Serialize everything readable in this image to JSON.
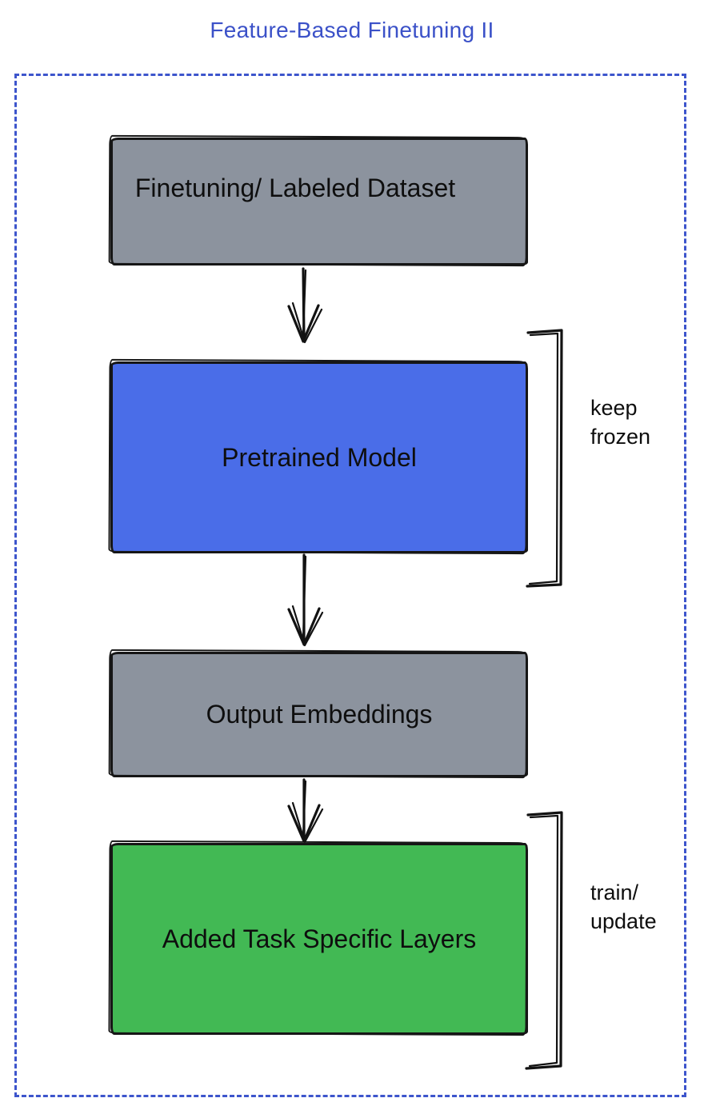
{
  "title": {
    "text": "Feature-Based Finetuning II",
    "color": "#3b51c8"
  },
  "diagram": {
    "frame_color": "#3d55cc",
    "stroke_color": "#121212",
    "nodes": [
      {
        "id": "finetuning-dataset",
        "label": "Finetuning/ Labeled Dataset",
        "fill": "#8c939e"
      },
      {
        "id": "pretrained-model",
        "label": "Pretrained Model",
        "fill": "#4a6de8"
      },
      {
        "id": "output-embeddings",
        "label": "Output Embeddings",
        "fill": "#8c939e"
      },
      {
        "id": "task-specific-layers",
        "label": "Added Task Specific Layers",
        "fill": "#42b954"
      }
    ],
    "annotations": [
      {
        "id": "keep-frozen",
        "label": "keep\nfrozen"
      },
      {
        "id": "train-update",
        "label": "train/\nupdate"
      }
    ]
  }
}
